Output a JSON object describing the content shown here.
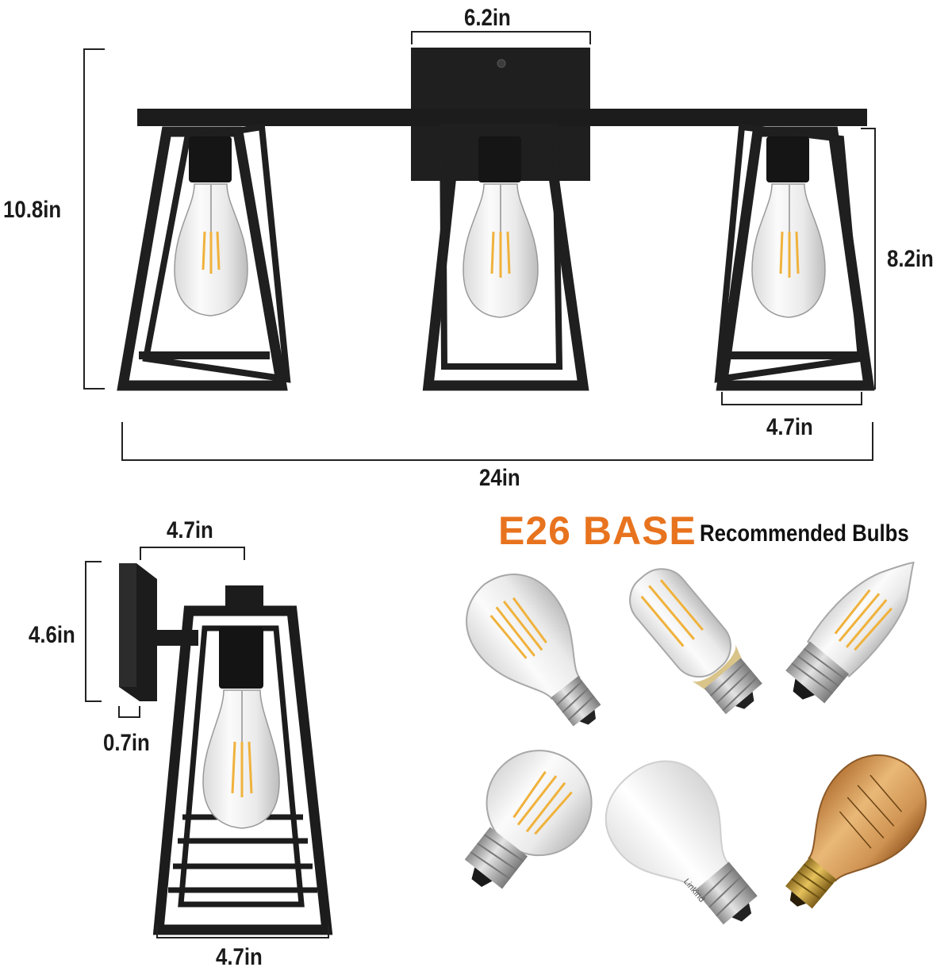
{
  "dimensions": {
    "backplate_width": "6.2in",
    "total_height": "10.8in",
    "shade_height": "8.2in",
    "shade_bottom_width": "4.7in",
    "total_width": "24in",
    "side_arm_extension": "4.7in",
    "side_backplate_height": "4.6in",
    "side_backplate_depth": "0.7in",
    "side_shade_width": "4.7in"
  },
  "bulb_section": {
    "base_label": "E26 BASE",
    "recommended_label": "Recommended Bulbs",
    "brand_mark": "Linkind"
  },
  "bulbs": [
    {
      "shape": "ST64 edison",
      "finish": "clear"
    },
    {
      "shape": "T45 tubular",
      "finish": "clear"
    },
    {
      "shape": "C35 candle",
      "finish": "clear"
    },
    {
      "shape": "G25 globe",
      "finish": "clear"
    },
    {
      "shape": "A19 standard",
      "finish": "frosted white"
    },
    {
      "shape": "ST64 edison",
      "finish": "amber"
    }
  ],
  "colors": {
    "fixture": "#1f1f1f",
    "accent_orange": "#e8731e",
    "filament": "#f0b23c",
    "text": "#1a1a1a"
  }
}
